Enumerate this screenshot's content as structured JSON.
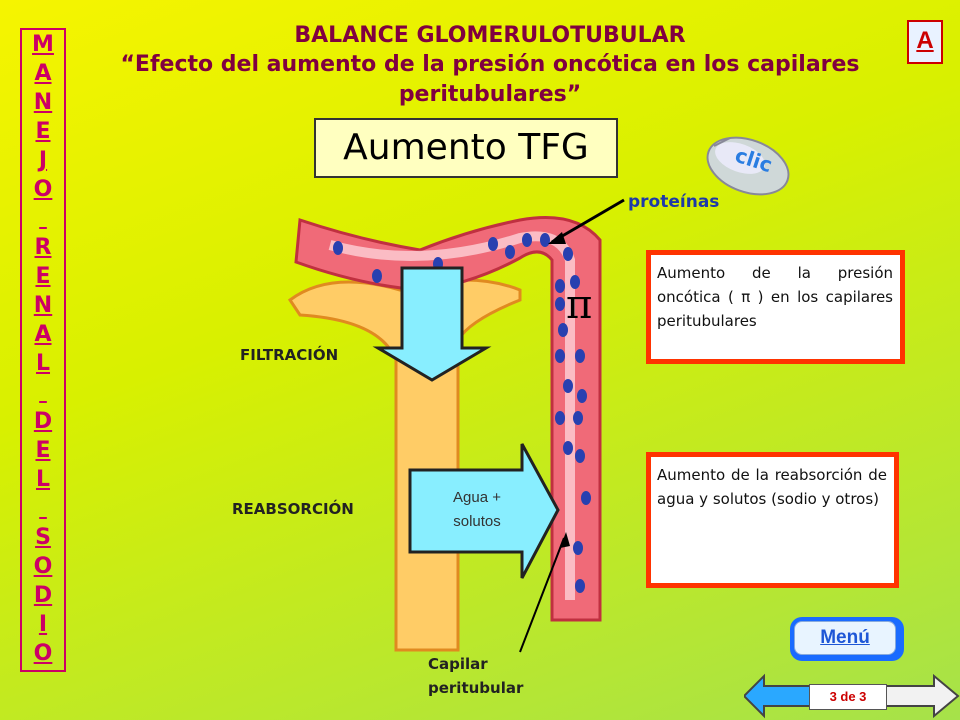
{
  "side_title": [
    "M",
    "A",
    "N",
    "E",
    "J",
    "O",
    " ",
    "R",
    "E",
    "N",
    "A",
    "L",
    " ",
    "D",
    "E",
    "L",
    " ",
    "S",
    "O",
    "D",
    "I",
    "O"
  ],
  "header": {
    "title": "BALANCE GLOMERULOTUBULAR",
    "subtitle": "“Efecto del aumento de la presión oncótica en los capilares peritubulares”"
  },
  "top_button": "A",
  "tfg_box": "Aumento TFG",
  "clic": "clic",
  "labels": {
    "proteinas": "proteínas",
    "filtracion": "FILTRACIÓN",
    "reabsorcion": "REABSORCIÓN",
    "agua": "Agua + solutos",
    "capilar": "Capilar peritubular",
    "pi": "π"
  },
  "info1": "Aumento de la presión oncótica ( π ) en los capilares peritubulares",
  "info2": "Aumento de la reabsorción de agua y solutos (sodio y otros)",
  "menu_button": "Menú",
  "page_indicator": "3 de 3",
  "colors": {
    "title": "#800040",
    "vessel": "#f06a78",
    "tubule": "#ffcc66",
    "arrow": "#88eeff",
    "box_border": "#ff3300"
  }
}
